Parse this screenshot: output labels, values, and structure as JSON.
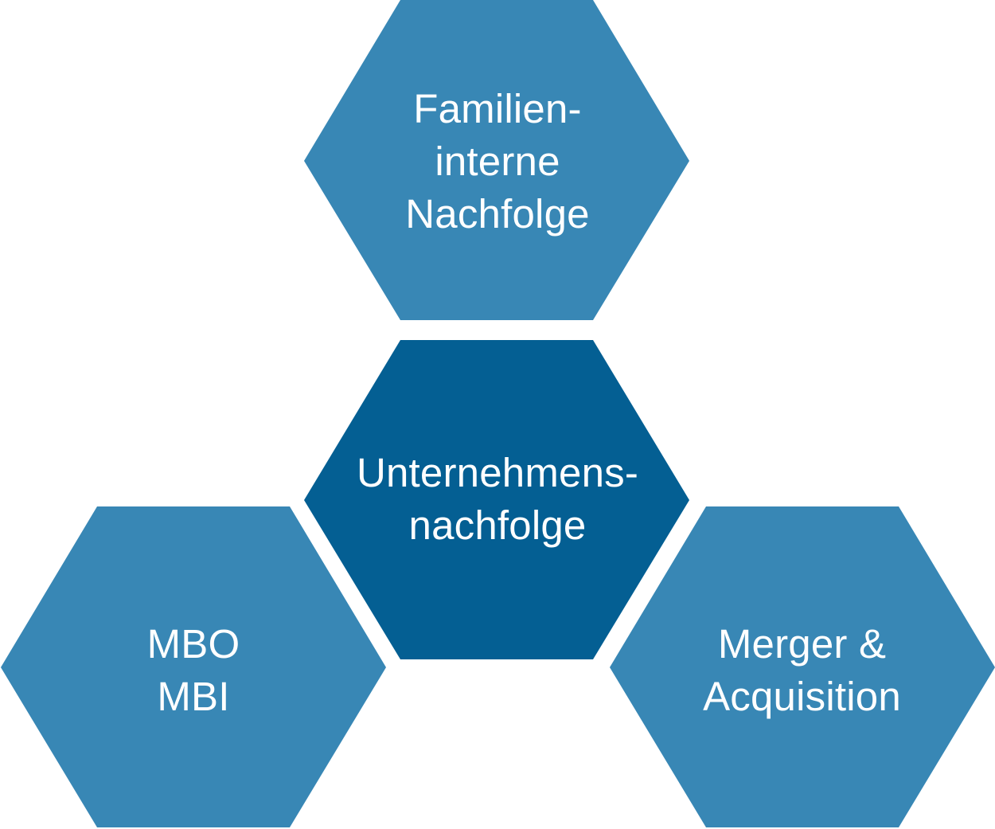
{
  "colors": {
    "outer_hex": "#3887b5",
    "center_hex": "#045f93",
    "text": "#ffffff",
    "background": "#ffffff"
  },
  "hexagons": {
    "top": {
      "lines": [
        "Familien-",
        "interne",
        "Nachfolge"
      ]
    },
    "center": {
      "lines": [
        "Unternehmens-",
        "nachfolge"
      ]
    },
    "left": {
      "lines": [
        "MBO",
        "MBI"
      ]
    },
    "right": {
      "lines": [
        "Merger &",
        "Acquisition"
      ]
    }
  }
}
